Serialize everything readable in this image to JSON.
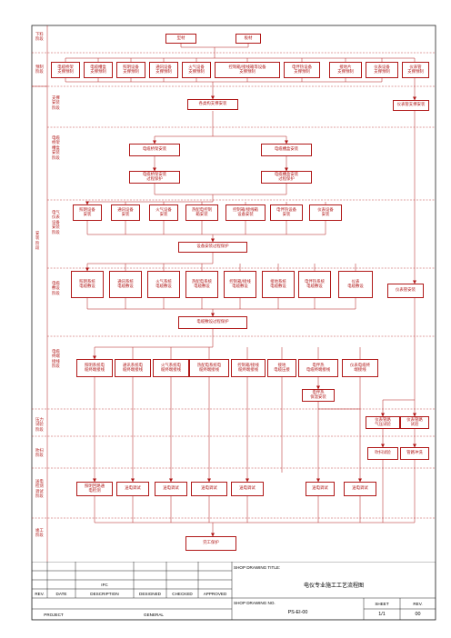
{
  "phases": {
    "prep": "下料\n阶段",
    "pre_fab": "预制\n阶段",
    "support_install": "支撑\n安装\n阶段",
    "tray_install": "电缆\n桥架\n槽盒\n安装\n阶段",
    "equip_install": "电气\n仪表\n设备\n安装\n阶段",
    "install": "安\n装\n阶\n段",
    "cable_lay": "电缆\n敷设\n阶段",
    "cable_term": "电缆\n终端\n接线\n阶段",
    "pressure": "压力\n试验\n阶段",
    "purge": "吹扫\n阶段",
    "test": "送电\n检测\n调试\n阶段",
    "complete": "竣工\n阶段"
  },
  "nodes": {
    "material_pipe": "型材",
    "material_plate": "板材",
    "pre_1": "电缆桥架\n支撑预制",
    "pre_2": "电缆槽盒\n支撑预制",
    "pre_3": "照明设备\n支撑预制",
    "pre_4": "通讯设备\n支撑预制",
    "pre_5": "火气设备\n支撑预制",
    "pre_6": "控制箱/接线箱等设备\n支撑预制",
    "pre_7": "电伴热设备\n支撑预制",
    "pre_8": "接地片\n支撑预制",
    "pre_9": "仪表设备\n支撑预制",
    "pre_10": "仪表管\n支撑预制",
    "support_all": "各类构支撑安装",
    "support_pipe": "仪表管支撑安装",
    "tray_1": "电缆桥架安装",
    "tray_2": "电缆槽盒安装",
    "tray_1p": "电缆桥架安装\n过程保护",
    "tray_2p": "电缆槽盒安装\n过程保护",
    "eq_1": "照明设备\n安装",
    "eq_2": "通讯设备\n安装",
    "eq_3": "火气设备\n安装",
    "eq_4": "热配电控制\n箱安装",
    "eq_5": "控制箱/接线箱\n设备安装",
    "eq_6": "电伴热设备\n安装",
    "eq_7": "仪表设备\n安装",
    "eq_protect": "设备安装过程保护",
    "lay_1": "照明系统\n电缆敷设",
    "lay_2": "通讯系统\n电缆敷设",
    "lay_3": "火气系统\n电缆敷设",
    "lay_4": "热配电系统\n电缆敷设",
    "lay_5": "控制箱/接线\n电缆敷设",
    "lay_6": "接地系统\n电缆敷设",
    "lay_7": "电伴热系统\n电缆敷设",
    "lay_8": "仪表\n电缆敷设",
    "pipe_install": "仪表管安装",
    "lay_protect": "电缆敷设过程保护",
    "term_1": "照明系统电\n缆终端接线",
    "term_2": "通讯系统电\n缆终端接线",
    "term_3": "火气系统电\n缆终端接线",
    "term_4": "热配电系统电\n缆终端接线",
    "term_5": "控制箱/接线\n缆终端接线",
    "term_6": "接地\n电缆压接",
    "term_7": "电伴热\n电缆终端接线",
    "term_8": "仪表电缆终\n端接线",
    "heat_cover": "电伴热\n保温安装",
    "press_1": "仪表管路\n气压试验",
    "press_2": "仪表管路\n试验",
    "purge_1": "吹扫试验",
    "purge_2": "管路冲洗",
    "test_1": "照明回路通\n电检测",
    "test_2": "送电调试",
    "test_3": "送电调试",
    "test_4": "送电调试",
    "test_5": "送电调试",
    "test_6": "送电调试",
    "test_7": "送电调试",
    "complete_protect": "完工保护"
  },
  "title_block": {
    "ifc": "IFC",
    "rev": "REV.",
    "date": "DATE",
    "description": "DESCRIPTION",
    "designed": "DESIGNED",
    "checked": "CHECKED",
    "approved": "APPROVED",
    "project": "PROJECT",
    "general": "GENERAL",
    "drawing_title_label": "SHOP DRAWING TITLE:",
    "drawing_title": "电仪专业施工工艺流程图",
    "drawing_no_label": "SHOP DRAWING NO.",
    "drawing_no": "PS-EI-00",
    "sheet_label": "SHEET",
    "sheet": "1/1",
    "rev_label": "REV.",
    "rev_value": "00"
  },
  "colors": {
    "line": "#b01818",
    "frame": "#222222"
  }
}
